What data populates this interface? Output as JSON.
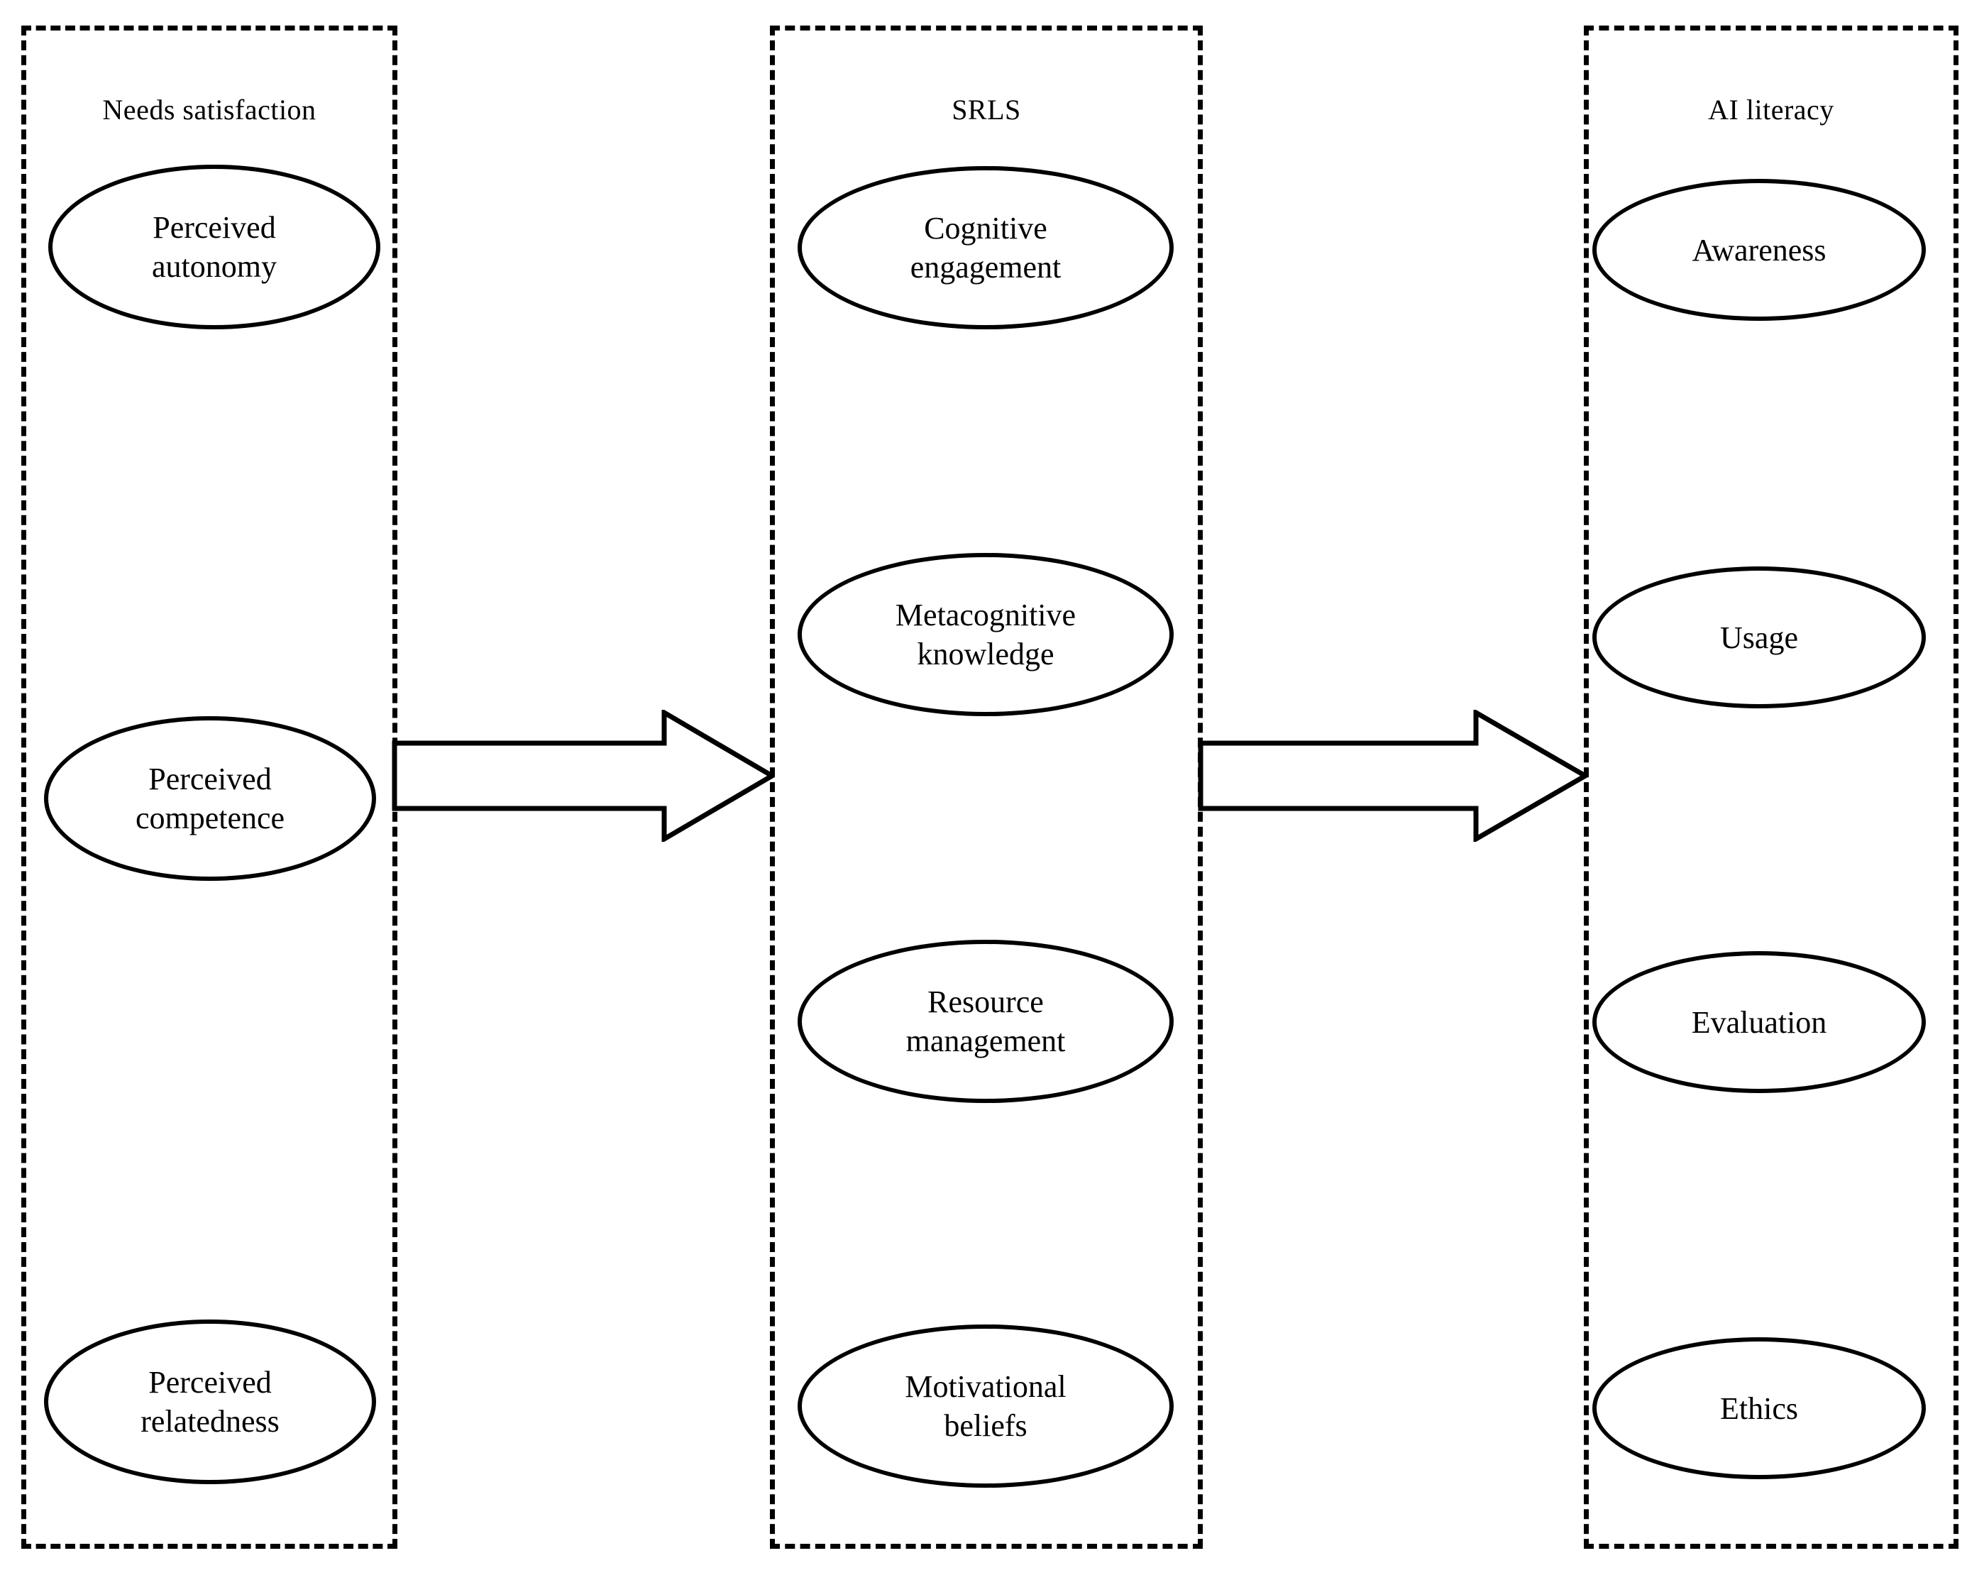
{
  "figure": {
    "type": "conceptual-framework-diagram",
    "orientation": "left-to-right",
    "background_color": "#ffffff",
    "line_color": "#000000"
  },
  "panels": [
    {
      "id": "needs-satisfaction",
      "title": "Needs satisfaction",
      "border_style": "dashed",
      "nodes": [
        {
          "id": "perceived-autonomy",
          "label": "Perceived\nautonomy"
        },
        {
          "id": "perceived-competence",
          "label": "Perceived\ncompetence"
        },
        {
          "id": "perceived-relatedness",
          "label": "Perceived\nrelatedness"
        }
      ]
    },
    {
      "id": "srls",
      "title": "SRLS",
      "border_style": "dashed",
      "nodes": [
        {
          "id": "cognitive-engagement",
          "label": "Cognitive\nengagement"
        },
        {
          "id": "metacognitive-knowledge",
          "label": "Metacognitive\nknowledge"
        },
        {
          "id": "resource-management",
          "label": "Resource\nmanagement"
        },
        {
          "id": "motivational-beliefs",
          "label": "Motivational\nbeliefs"
        }
      ]
    },
    {
      "id": "ai-literacy",
      "title": "AI literacy",
      "border_style": "dashed",
      "nodes": [
        {
          "id": "awareness",
          "label": "Awareness"
        },
        {
          "id": "usage",
          "label": "Usage"
        },
        {
          "id": "evaluation",
          "label": "Evaluation"
        },
        {
          "id": "ethics",
          "label": "Ethics"
        }
      ]
    }
  ],
  "arrows": [
    {
      "id": "arrow-needs-to-srls",
      "from": "needs-satisfaction",
      "to": "srls",
      "style": "hollow-block-arrow",
      "direction": "right"
    },
    {
      "id": "arrow-srls-to-ai-literacy",
      "from": "srls",
      "to": "ai-literacy",
      "style": "hollow-block-arrow",
      "direction": "right"
    }
  ]
}
